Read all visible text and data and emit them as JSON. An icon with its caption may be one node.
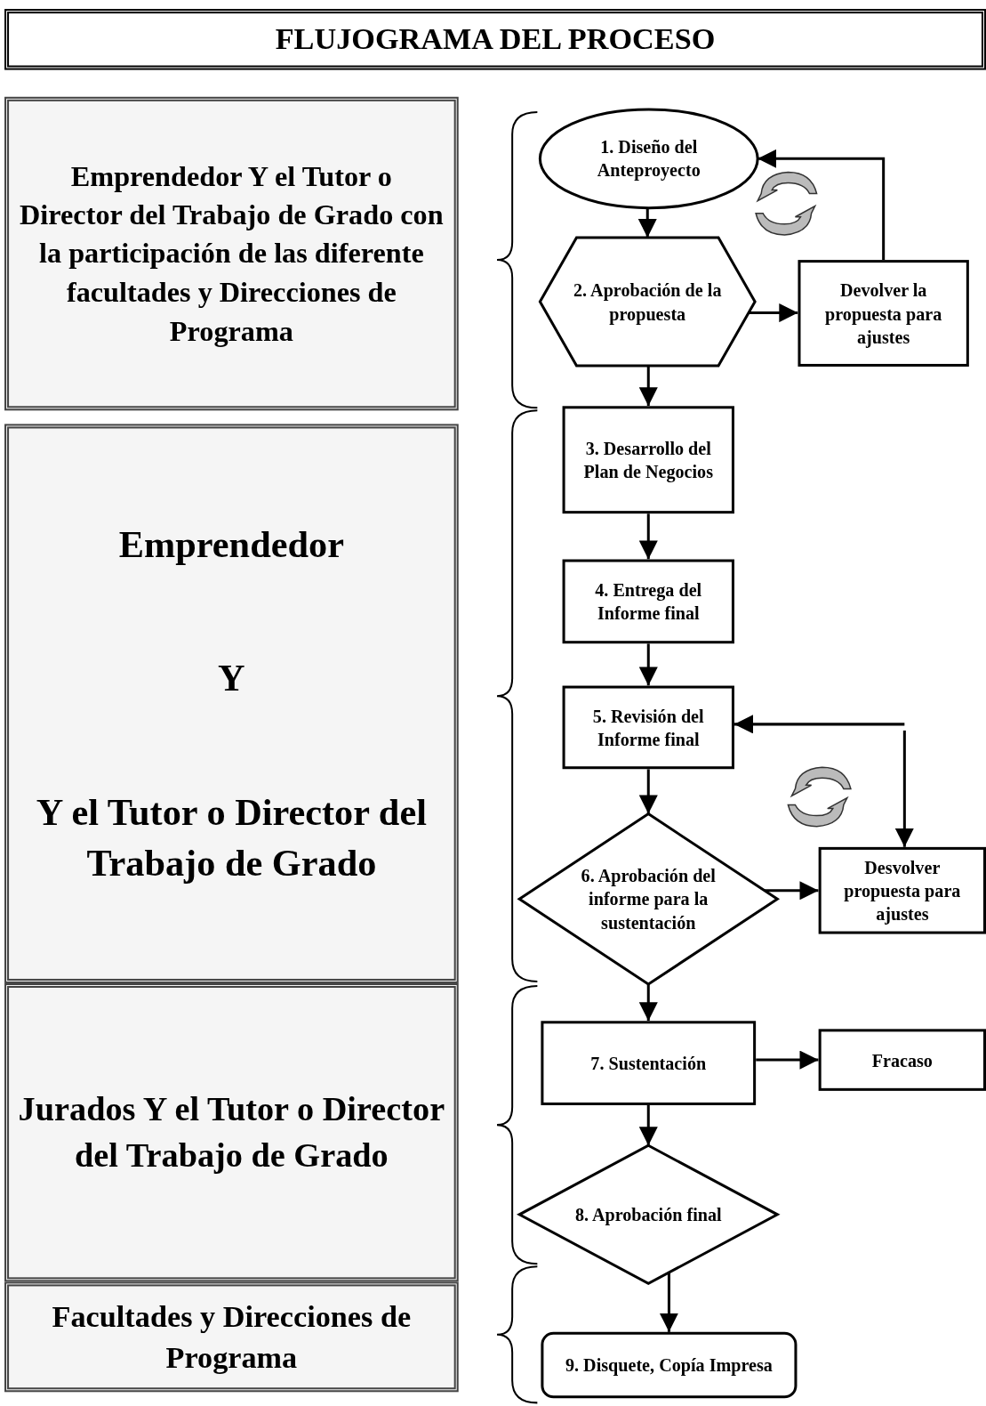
{
  "diagram": {
    "title": "FLUJOGRAMA DEL PROCESO",
    "nodes": [
      {
        "text": [
          "Emprendedor Y el Tutor o Director del Trabajo de Grado con la participación de las diferente facultades y Direcciones de Programa"
        ]
      },
      {
        "text": [
          "Emprendedor",
          "Y",
          "Y el Tutor o Director del Trabajo de Grado"
        ]
      },
      {
        "text": [
          "Jurados Y el Tutor o Director del Trabajo de Grado"
        ]
      },
      {
        "text": [
          "Facultades y Direcciones de Programa"
        ]
      },
      {
        "text": [
          "1. Diseño del Anteproyecto"
        ]
      },
      {
        "text": [
          "2. Aprobación de la propuesta"
        ]
      },
      {
        "text": [
          "Devolver la propuesta para ajustes"
        ]
      },
      {
        "text": [
          "3. Desarrollo del Plan de Negocios"
        ]
      },
      {
        "text": [
          "4. Entrega del Informe final"
        ]
      },
      {
        "text": [
          "5. Revisión del Informe final"
        ]
      },
      {
        "text": [
          "6. Aprobación del informe para la sustentación"
        ]
      },
      {
        "text": [
          "Desvolver propuesta para ajustes"
        ]
      },
      {
        "text": [
          "7. Sustentación"
        ]
      },
      {
        "text": [
          "Fracaso"
        ]
      },
      {
        "text": [
          "8. Aprobación final"
        ]
      },
      {
        "text": [
          "9. Disquete, Copía Impresa"
        ]
      }
    ],
    "edges": [
      {
        "from": 4,
        "to": 5,
        "arrow": "to"
      },
      {
        "from": 5,
        "to": 6,
        "arrow": "to"
      },
      {
        "from": 6,
        "to": 4,
        "arrow": "to"
      },
      {
        "from": 5,
        "to": 7,
        "arrow": "to"
      },
      {
        "from": 7,
        "to": 8,
        "arrow": "to"
      },
      {
        "from": 8,
        "to": 9,
        "arrow": "to"
      },
      {
        "from": 9,
        "to": 10,
        "arrow": "to"
      },
      {
        "from": 10,
        "to": 11,
        "arrow": "to"
      },
      {
        "from": null,
        "to": 9,
        "arrow": "to"
      },
      {
        "from": null,
        "to": 11,
        "arrow": "to"
      },
      {
        "from": 10,
        "to": 12,
        "arrow": "to"
      },
      {
        "from": 12,
        "to": 13,
        "arrow": "to"
      },
      {
        "from": 12,
        "to": 14,
        "arrow": "to"
      },
      {
        "from": 14,
        "to": 15,
        "arrow": "to"
      }
    ]
  }
}
